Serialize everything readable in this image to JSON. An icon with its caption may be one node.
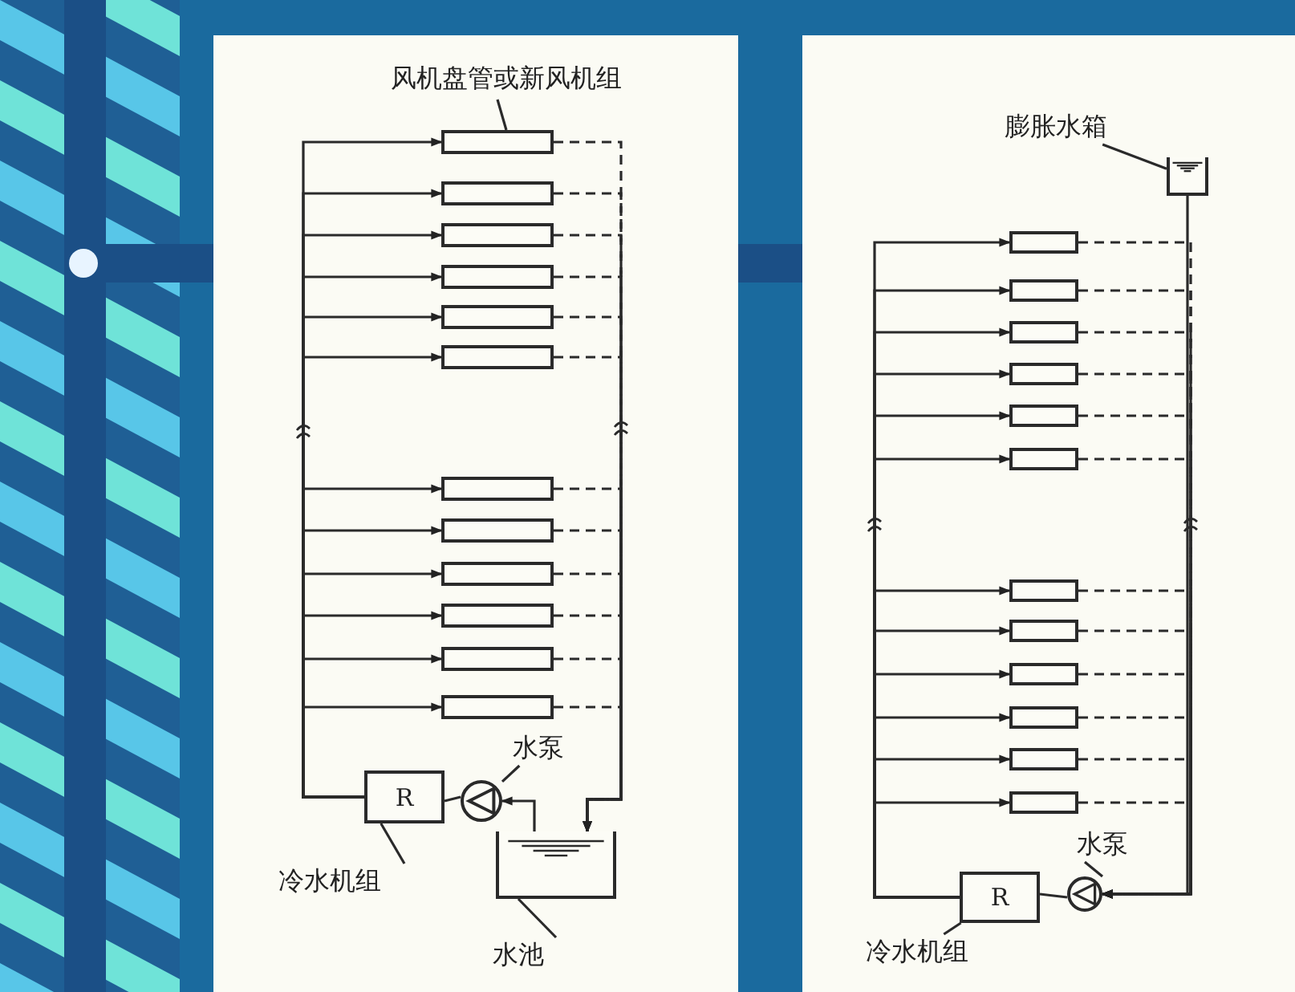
{
  "diagram": {
    "nodes": [
      {
        "text": [
          "风机盘管或新风机组"
        ]
      },
      {
        "text": [],
        "shape": "box"
      },
      {
        "text": [],
        "shape": "box"
      },
      {
        "text": [],
        "shape": "box"
      },
      {
        "text": [],
        "shape": "box"
      },
      {
        "text": [],
        "shape": "box"
      },
      {
        "text": [],
        "shape": "box"
      },
      {
        "text": [],
        "shape": "box"
      },
      {
        "text": [],
        "shape": "box"
      },
      {
        "text": [],
        "shape": "box"
      },
      {
        "text": [],
        "shape": "box"
      },
      {
        "text": [],
        "shape": "box"
      },
      {
        "text": [],
        "shape": "box"
      },
      {
        "text": [
          "R"
        ]
      },
      {
        "text": [
          "冷水机组"
        ]
      },
      {
        "text": [],
        "shape": "circle"
      },
      {
        "text": [
          "水泵"
        ]
      },
      {
        "text": [],
        "shape": "tank"
      },
      {
        "text": [
          "水池"
        ]
      },
      {
        "text": [
          "膨胀水箱"
        ]
      },
      {
        "text": [],
        "shape": "tank"
      },
      {
        "text": [],
        "shape": "box"
      },
      {
        "text": [],
        "shape": "box"
      },
      {
        "text": [],
        "shape": "box"
      },
      {
        "text": [],
        "shape": "box"
      },
      {
        "text": [],
        "shape": "box"
      },
      {
        "text": [],
        "shape": "box"
      },
      {
        "text": [],
        "shape": "box"
      },
      {
        "text": [],
        "shape": "box"
      },
      {
        "text": [],
        "shape": "box"
      },
      {
        "text": [],
        "shape": "box"
      },
      {
        "text": [],
        "shape": "box"
      },
      {
        "text": [],
        "shape": "box"
      },
      {
        "text": [
          "R"
        ]
      },
      {
        "text": [
          "冷水机组"
        ]
      },
      {
        "text": [],
        "shape": "circle"
      },
      {
        "text": [
          "水泵"
        ]
      }
    ],
    "edges": [
      {
        "from": 0,
        "to": 1,
        "arrow": "none"
      },
      {
        "from": 14,
        "to": 13,
        "arrow": "none"
      },
      {
        "from": 16,
        "to": 15,
        "arrow": "none"
      },
      {
        "from": 18,
        "to": 17,
        "arrow": "none"
      },
      {
        "from": 17,
        "to": 15,
        "arrow": "to"
      },
      {
        "from": 15,
        "to": 13,
        "arrow": "none"
      },
      {
        "from": 13,
        "to": 1,
        "arrow": "to"
      },
      {
        "from": 13,
        "to": 2,
        "arrow": "to"
      },
      {
        "from": 13,
        "to": 3,
        "arrow": "to"
      },
      {
        "from": 13,
        "to": 4,
        "arrow": "to"
      },
      {
        "from": 13,
        "to": 5,
        "arrow": "to"
      },
      {
        "from": 13,
        "to": 6,
        "arrow": "to"
      },
      {
        "from": 13,
        "to": 7,
        "arrow": "to"
      },
      {
        "from": 13,
        "to": 8,
        "arrow": "to"
      },
      {
        "from": 13,
        "to": 9,
        "arrow": "to"
      },
      {
        "from": 13,
        "to": 10,
        "arrow": "to"
      },
      {
        "from": 13,
        "to": 11,
        "arrow": "to"
      },
      {
        "from": 13,
        "to": 12,
        "arrow": "to"
      },
      {
        "from": 1,
        "to": 17,
        "arrow": "to",
        "style": "dashed"
      },
      {
        "from": 2,
        "to": 17,
        "arrow": "to",
        "style": "dashed"
      },
      {
        "from": 3,
        "to": 17,
        "arrow": "to",
        "style": "dashed"
      },
      {
        "from": 4,
        "to": 17,
        "arrow": "to",
        "style": "dashed"
      },
      {
        "from": 5,
        "to": 17,
        "arrow": "to",
        "style": "dashed"
      },
      {
        "from": 6,
        "to": 17,
        "arrow": "to",
        "style": "dashed"
      },
      {
        "from": 7,
        "to": 17,
        "arrow": "to",
        "style": "dashed"
      },
      {
        "from": 8,
        "to": 17,
        "arrow": "to",
        "style": "dashed"
      },
      {
        "from": 9,
        "to": 17,
        "arrow": "to",
        "style": "dashed"
      },
      {
        "from": 10,
        "to": 17,
        "arrow": "to",
        "style": "dashed"
      },
      {
        "from": 11,
        "to": 17,
        "arrow": "to",
        "style": "dashed"
      },
      {
        "from": 12,
        "to": 17,
        "arrow": "to",
        "style": "dashed"
      },
      {
        "from": 19,
        "to": 20,
        "arrow": "none"
      },
      {
        "from": 34,
        "to": 33,
        "arrow": "none"
      },
      {
        "from": 36,
        "to": 35,
        "arrow": "none"
      },
      {
        "from": 20,
        "to": 35,
        "arrow": "none"
      },
      {
        "from": 35,
        "to": 33,
        "arrow": "none"
      },
      {
        "from": 33,
        "to": 21,
        "arrow": "to"
      },
      {
        "from": 33,
        "to": 22,
        "arrow": "to"
      },
      {
        "from": 33,
        "to": 23,
        "arrow": "to"
      },
      {
        "from": 33,
        "to": 24,
        "arrow": "to"
      },
      {
        "from": 33,
        "to": 25,
        "arrow": "to"
      },
      {
        "from": 33,
        "to": 26,
        "arrow": "to"
      },
      {
        "from": 33,
        "to": 27,
        "arrow": "to"
      },
      {
        "from": 33,
        "to": 28,
        "arrow": "to"
      },
      {
        "from": 33,
        "to": 29,
        "arrow": "to"
      },
      {
        "from": 33,
        "to": 30,
        "arrow": "to"
      },
      {
        "from": 33,
        "to": 31,
        "arrow": "to"
      },
      {
        "from": 33,
        "to": 32,
        "arrow": "to"
      },
      {
        "from": 21,
        "to": 35,
        "arrow": "to",
        "style": "dashed"
      },
      {
        "from": 22,
        "to": 35,
        "arrow": "to",
        "style": "dashed"
      },
      {
        "from": 23,
        "to": 35,
        "arrow": "to",
        "style": "dashed"
      },
      {
        "from": 24,
        "to": 35,
        "arrow": "to",
        "style": "dashed"
      },
      {
        "from": 25,
        "to": 35,
        "arrow": "to",
        "style": "dashed"
      },
      {
        "from": 26,
        "to": 35,
        "arrow": "to",
        "style": "dashed"
      },
      {
        "from": 27,
        "to": 35,
        "arrow": "to",
        "style": "dashed"
      },
      {
        "from": 28,
        "to": 35,
        "arrow": "to",
        "style": "dashed"
      },
      {
        "from": 29,
        "to": 35,
        "arrow": "to",
        "style": "dashed"
      },
      {
        "from": 30,
        "to": 35,
        "arrow": "to",
        "style": "dashed"
      },
      {
        "from": 31,
        "to": 35,
        "arrow": "to",
        "style": "dashed"
      },
      {
        "from": 32,
        "to": 35,
        "arrow": "to",
        "style": "dashed"
      }
    ]
  }
}
